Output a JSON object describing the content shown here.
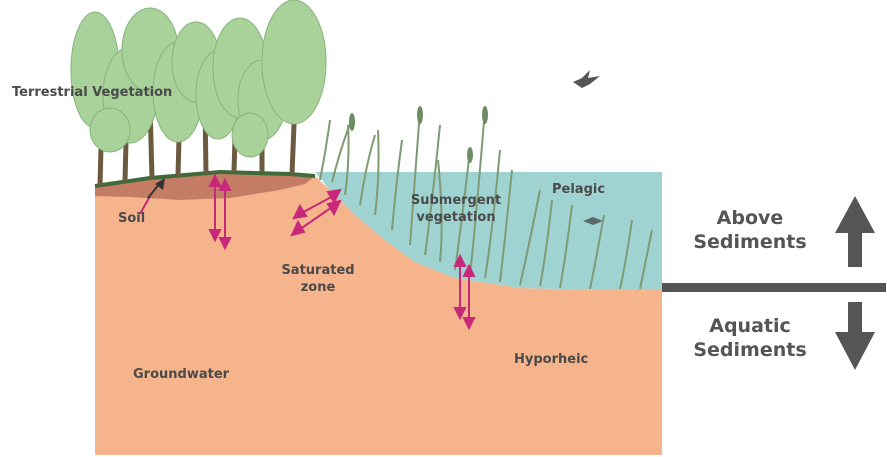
{
  "labels": {
    "terrestrial_vegetation": "Terrestrial Vegetation",
    "soil": "Soil",
    "saturated_zone_line1": "Saturated",
    "saturated_zone_line2": "zone",
    "submergent_line1": "Submergent",
    "submergent_line2": "vegetation",
    "pelagic": "Pelagic",
    "groundwater": "Groundwater",
    "hyporheic": "Hyporheic"
  },
  "side_legend": {
    "above_line1": "Above",
    "above_line2": "Sediments",
    "below_line1": "Aquatic",
    "below_line2": "Sediments"
  },
  "colors": {
    "sediment": "#f5b48c",
    "water": "#9fd3d2",
    "tree_canopy": "#a8d29a",
    "arrow_exchange": "#c8287a",
    "legend_arrow": "#555555"
  },
  "icons": [
    "bird-icon",
    "up-arrow-icon",
    "down-arrow-icon"
  ]
}
